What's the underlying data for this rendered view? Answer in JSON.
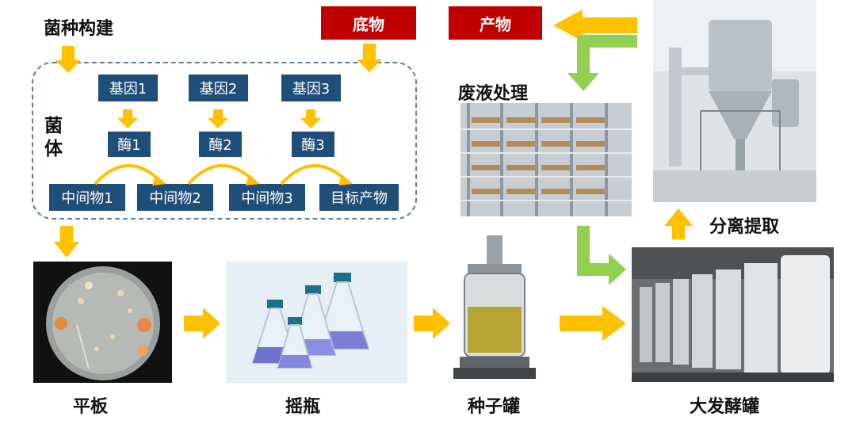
{
  "strain_title": "菌种构建",
  "substrate": "底物",
  "product": "产物",
  "cell_label": "菌体",
  "genes": [
    "基因1",
    "基因2",
    "基因3"
  ],
  "enzymes": [
    "酶1",
    "酶2",
    "酶3"
  ],
  "metabolites": [
    "中间物1",
    "中间物2",
    "中间物3",
    "目标产物"
  ],
  "waste_title": "废液处理",
  "separation_title": "分离提取",
  "stages": {
    "plate": "平板",
    "flask": "摇瓶",
    "seed": "种子罐",
    "fermenter": "大发酵罐"
  },
  "colors": {
    "arrow_yellow": "#ffc000",
    "arrow_green": "#92d050",
    "box_navy": "#1f4e79",
    "box_red": "#c00000",
    "dash_border": "#5b7fa6"
  }
}
